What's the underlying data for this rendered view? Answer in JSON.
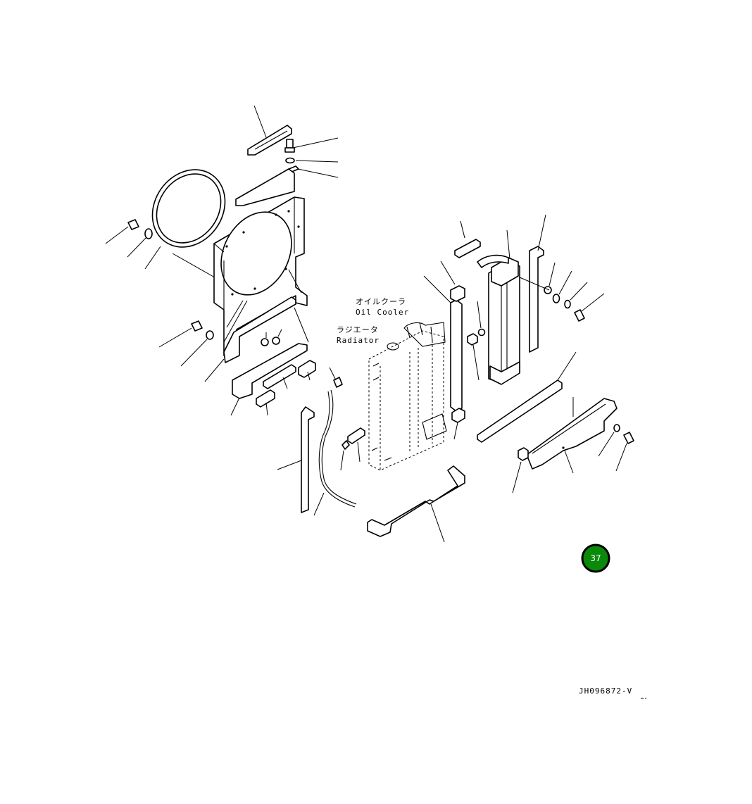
{
  "labels": {
    "oil_cooler_jp": "オイルクーラ",
    "oil_cooler_en": "Oil Cooler",
    "radiator_jp": "ラジエータ",
    "radiator_en": "Radiator"
  },
  "drawing_code": "JH096872-V",
  "badge": {
    "number": "37",
    "color": "#0a8a0a",
    "ring_color": "#000000"
  }
}
